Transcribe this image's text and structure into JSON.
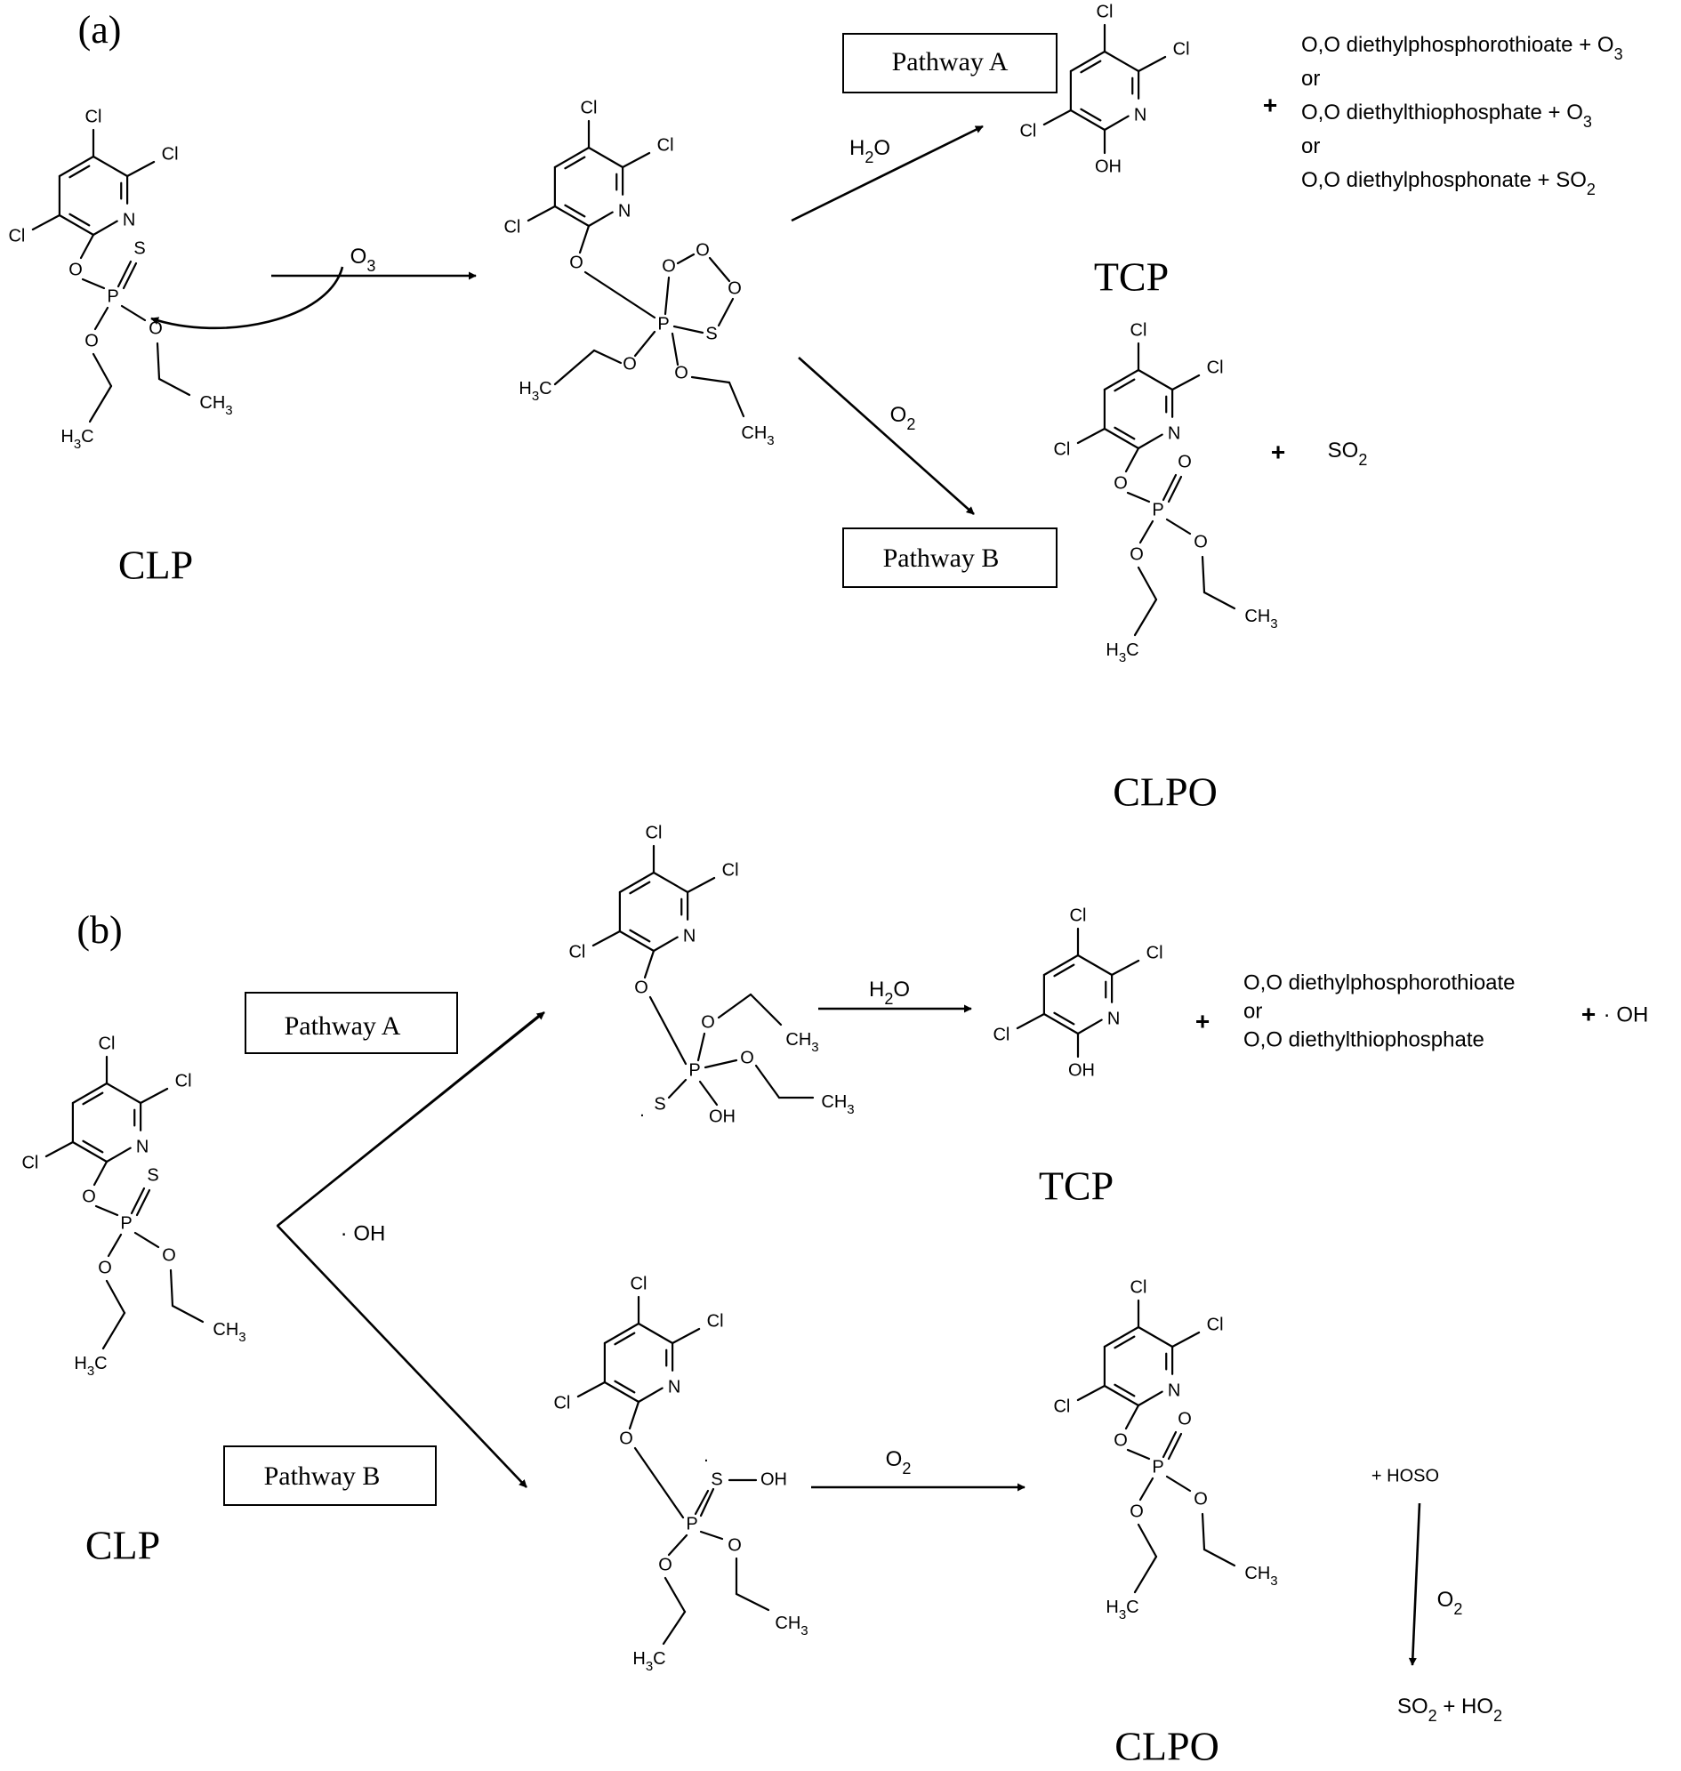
{
  "panels": {
    "a": "(a)",
    "b": "(b)"
  },
  "pathways": {
    "a": "Pathway A",
    "b": "Pathway B"
  },
  "compounds": {
    "clp": "CLP",
    "tcp": "TCP",
    "clpo": "CLPO"
  },
  "reagents": {
    "o3": [
      "O",
      "3"
    ],
    "h2o": [
      "H",
      "2",
      "O"
    ],
    "o2": [
      "O",
      "2"
    ],
    "oh_radical": "· OH"
  },
  "atoms": {
    "cl": "Cl",
    "n": "N",
    "o": "O",
    "p": "P",
    "s": "S",
    "oh": "OH",
    "h3c": [
      "H",
      "3",
      "C"
    ],
    "ch3": [
      "CH",
      "3"
    ]
  },
  "plus": "+",
  "panel_a": {
    "products_a": [
      {
        "text": "O,O diethylphosphorothioate + O",
        "sub": "3"
      },
      {
        "text": "or",
        "sub": ""
      },
      {
        "text": "O,O diethylthiophosphate + O",
        "sub": "3"
      },
      {
        "text": "or",
        "sub": ""
      },
      {
        "text": "O,O diethylphosphonate + SO",
        "sub": "2"
      }
    ],
    "product_b": [
      "SO",
      "2"
    ]
  },
  "panel_b": {
    "products_a": [
      "O,O diethylphosphorothioate",
      "or",
      "O,O diethylthiophosphate"
    ],
    "oh_radical_product": "· OH",
    "hoso": "+ HOSO",
    "final": [
      "SO",
      "2",
      " + HO",
      "2"
    ]
  }
}
